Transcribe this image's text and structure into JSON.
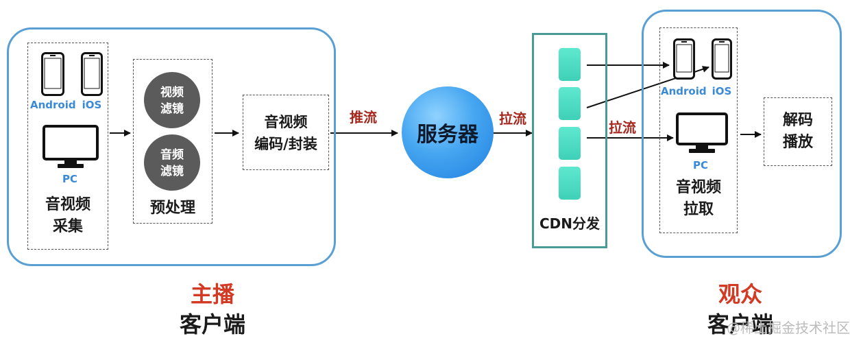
{
  "anchor": {
    "capture": {
      "android": "Android",
      "ios": "iOS",
      "pc": "PC",
      "label": [
        "音视频",
        "采集"
      ]
    },
    "preprocess": {
      "filters": [
        [
          "视频",
          "滤镜"
        ],
        [
          "音频",
          "滤镜"
        ]
      ],
      "label": "预处理"
    },
    "encode": {
      "label": [
        "音视频",
        "编码/封装"
      ]
    },
    "role": "主播",
    "client": "客户端"
  },
  "push_label": "推流",
  "server_label": "服务器",
  "pull_label_1": "拉流",
  "pull_label_2": "拉流",
  "cdn": {
    "label": "CDN分发"
  },
  "viewer": {
    "pull": {
      "android": "Android",
      "ios": "iOS",
      "pc": "PC",
      "label": [
        "音视频",
        "拉取"
      ]
    },
    "decode": {
      "label": [
        "解码",
        "播放"
      ]
    },
    "role": "观众",
    "client": "客户端"
  },
  "watermark": "@稀土掘金技术社区",
  "colors": {
    "group_border": "#5a9fd4",
    "device_label": "#3a8ad8",
    "arrow_label": "#a4281e",
    "role_title": "#d23a24",
    "cdn_border": "#4a9b95",
    "cdn_node": "#3fd0b8",
    "server": "#46a6f0"
  }
}
